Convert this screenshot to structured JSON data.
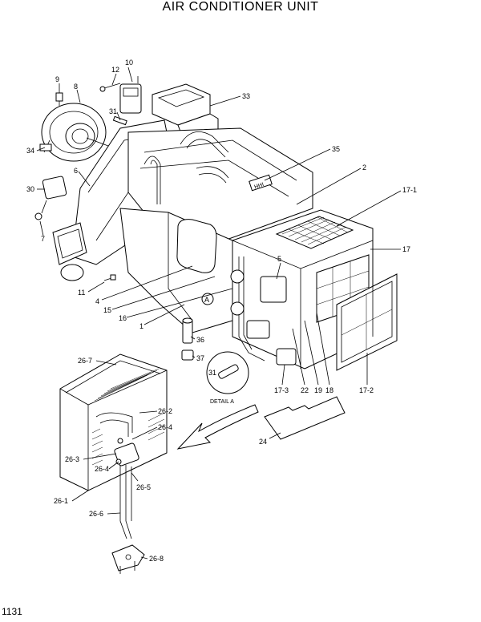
{
  "title": "AIR CONDITIONER UNIT",
  "page_number": "1131",
  "detail_label": "DETAIL A",
  "detail_marker": "A",
  "detail_part": "31",
  "badge_text": "HHI",
  "labels": {
    "p10": "10",
    "p12": "12",
    "p9": "9",
    "p8": "8",
    "p31": "31",
    "p33": "33",
    "p34": "34",
    "p35": "35",
    "p2": "2",
    "p6": "6",
    "p30": "30",
    "p17_1": "17-1",
    "p7": "7",
    "p17": "17",
    "p5": "5",
    "p11": "11",
    "p4": "4",
    "p15": "15",
    "p16": "16",
    "p1": "1",
    "p36": "36",
    "p37": "37",
    "p26_7": "26-7",
    "p17_3": "17-3",
    "p22": "22",
    "p19": "19",
    "p18": "18",
    "p17_2": "17-2",
    "p26_2": "26-2",
    "p26_4a": "26-4",
    "p24": "24",
    "p26_3": "26-3",
    "p26_4b": "26-4",
    "p26_5": "26-5",
    "p26_1": "26-1",
    "p26_6": "26-6",
    "p26_8": "26-8"
  }
}
